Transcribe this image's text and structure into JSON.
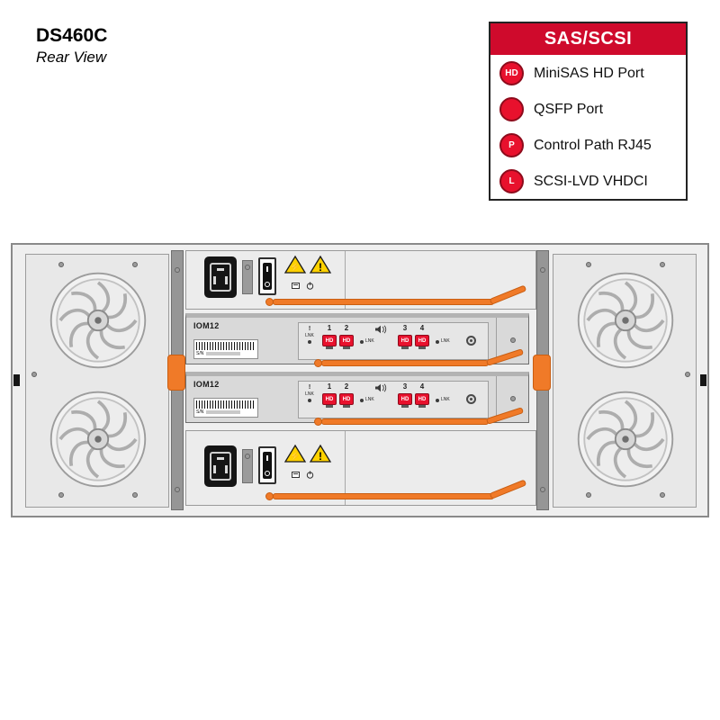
{
  "title": {
    "model": "DS460C",
    "view": "Rear View"
  },
  "legend": {
    "header": "SAS/SCSI",
    "header_bg": "#cf0a2c",
    "icon_color": "#e8112d",
    "items": [
      {
        "icon": "minisas-hd-port-icon",
        "glyph": "HD",
        "label": "MiniSAS HD Port"
      },
      {
        "icon": "qsfp-port-icon",
        "glyph": "",
        "label": "QSFP Port"
      },
      {
        "icon": "control-path-rj45-icon",
        "glyph": "P",
        "label": "Control Path RJ45"
      },
      {
        "icon": "scsi-lvd-vhdci-icon",
        "glyph": "L",
        "label": "SCSI-LVD VHDCI"
      }
    ]
  },
  "chassis": {
    "hd_glyph": "HD",
    "lnk_label": "LNK",
    "alert_glyph": "!",
    "serial_label": "S/N",
    "warn_bolt": "⚡",
    "warn_excl": "!",
    "accent_orange": "#f07a28",
    "port_red": "#e8112d",
    "ioms": [
      {
        "label": "IOM12",
        "ports": [
          "1",
          "2",
          "3",
          "4"
        ]
      },
      {
        "label": "IOM12",
        "ports": [
          "1",
          "2",
          "3",
          "4"
        ]
      }
    ]
  }
}
